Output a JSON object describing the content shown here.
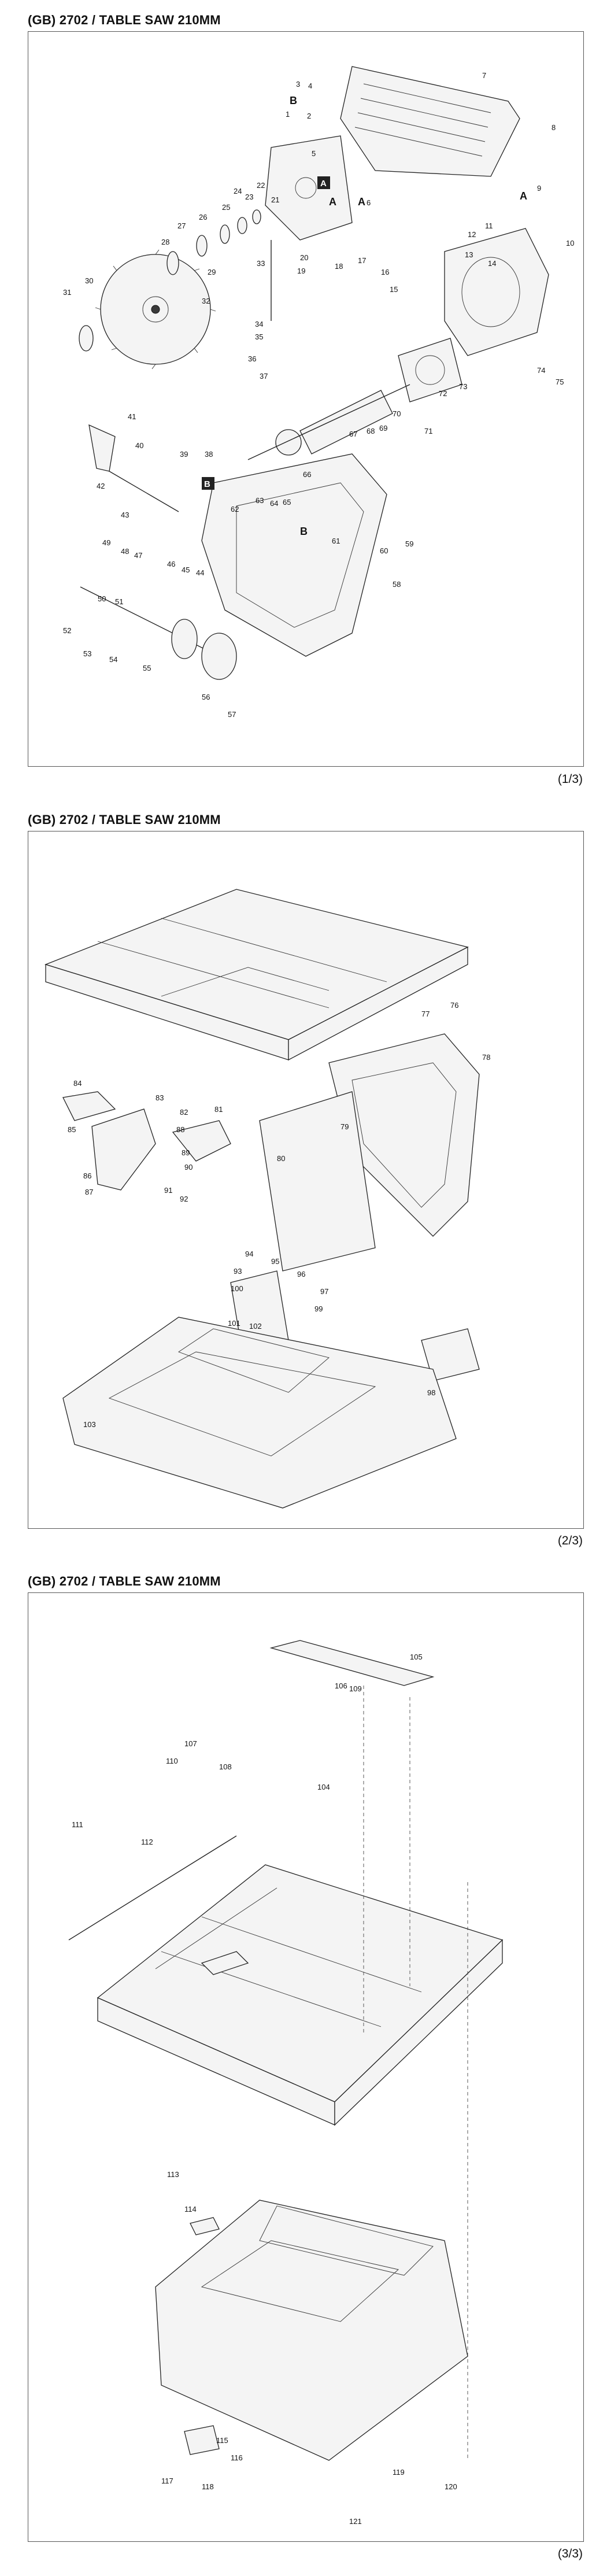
{
  "sheets": [
    {
      "title": "(GB) 2702 / TABLE SAW 210MM",
      "page": "(1/3)",
      "refs": [
        "A",
        "A",
        "B",
        "B",
        "A",
        "B"
      ],
      "parts": [
        "1",
        "2",
        "3",
        "4",
        "5",
        "6",
        "7",
        "8",
        "9",
        "10",
        "11",
        "12",
        "13",
        "14",
        "15",
        "16",
        "17",
        "18",
        "19",
        "20",
        "21",
        "22",
        "23",
        "24",
        "25",
        "26",
        "27",
        "28",
        "29",
        "30",
        "31",
        "32",
        "33",
        "34",
        "35",
        "36",
        "37",
        "38",
        "39",
        "40",
        "41",
        "42",
        "43",
        "44",
        "45",
        "46",
        "47",
        "48",
        "49",
        "50",
        "51",
        "52",
        "53",
        "54",
        "55",
        "56",
        "57",
        "58",
        "59",
        "60",
        "61",
        "62",
        "63",
        "64",
        "65",
        "66",
        "67",
        "68",
        "69",
        "70",
        "71",
        "72",
        "73",
        "74",
        "75"
      ]
    },
    {
      "title": "(GB) 2702 / TABLE SAW 210MM",
      "page": "(2/3)",
      "parts": [
        "76",
        "77",
        "78",
        "79",
        "80",
        "81",
        "82",
        "83",
        "84",
        "85",
        "86",
        "87",
        "88",
        "89",
        "90",
        "91",
        "92",
        "93",
        "94",
        "95",
        "96",
        "97",
        "98",
        "99",
        "100",
        "101",
        "102",
        "103"
      ]
    },
    {
      "title": "(GB) 2702 / TABLE SAW 210MM",
      "page": "(3/3)",
      "parts": [
        "104",
        "105",
        "106",
        "107",
        "108",
        "109",
        "110",
        "111",
        "112",
        "113",
        "114",
        "115",
        "116",
        "117",
        "118",
        "119",
        "120",
        "121"
      ]
    }
  ]
}
